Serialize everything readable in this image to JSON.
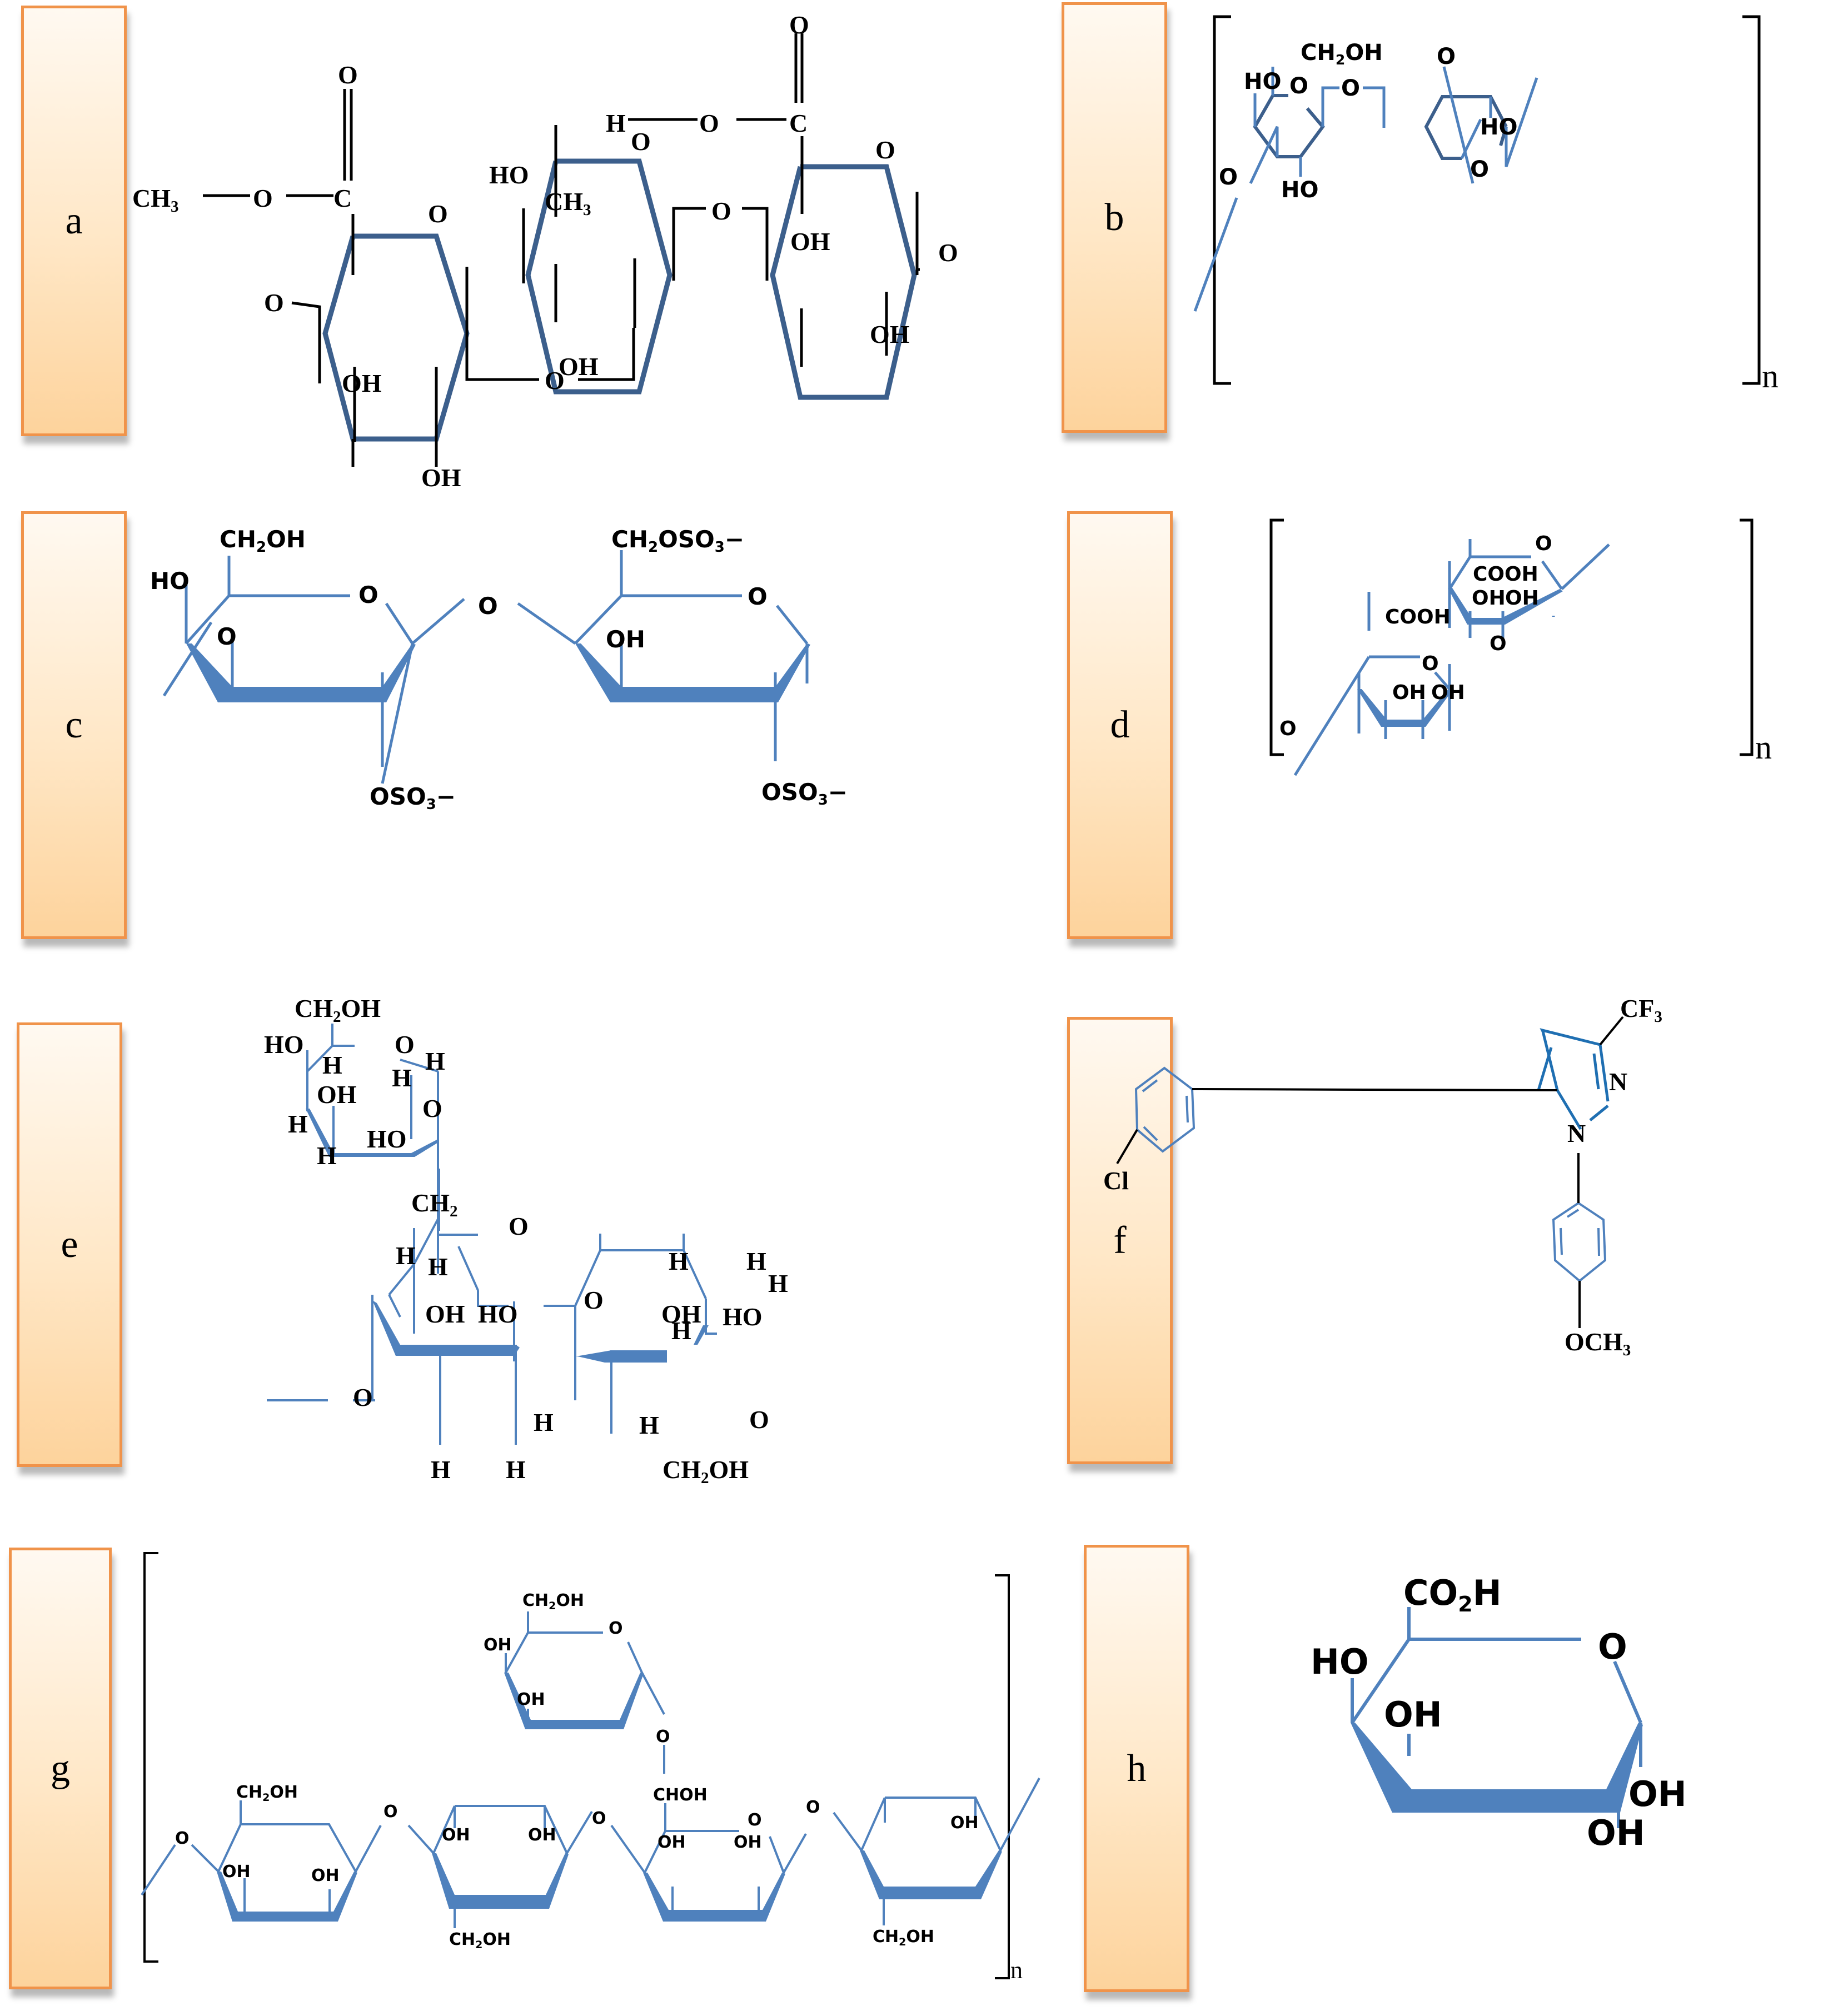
{
  "figure": {
    "colors": {
      "bond_blue": "#4f81bd",
      "bond_dark": "#3c5f8c",
      "bond_black": "#000000",
      "panel_border": "#f0934a",
      "panel_fill_top": "#fff9f1",
      "panel_fill_bottom": "#fdd39c"
    },
    "panels": [
      {
        "label": "a",
        "atoms": [
          "CH3",
          "O",
          "C",
          "O",
          "O",
          "O",
          "OH",
          "OH",
          "HO",
          "CH3",
          "O",
          "OH",
          "O",
          "O",
          "H",
          "O",
          "C",
          "O",
          "O",
          "OH",
          "OH",
          "O"
        ]
      },
      {
        "label": "b",
        "repeat": "n",
        "atoms": [
          "CH2OH",
          "HO",
          "O",
          "O",
          "O",
          "HO",
          "O",
          "HO",
          "O"
        ]
      },
      {
        "label": "c",
        "atoms": [
          "CH2OH",
          "HO",
          "O",
          "O",
          "O",
          "OSO3−",
          "CH2OSO3−",
          "O",
          "OH",
          "OSO3−"
        ]
      },
      {
        "label": "d",
        "repeat": "n",
        "atoms": [
          "O",
          "COOH",
          "OH",
          "OH",
          "COOH",
          "O",
          "OH",
          "OH",
          "O",
          "O"
        ]
      },
      {
        "label": "e",
        "atoms": [
          "CH2OH",
          "HO",
          "O",
          "H",
          "H",
          "H",
          "OH",
          "O",
          "H",
          "HO",
          "H",
          "CH2",
          "O",
          "H",
          "H",
          "OH",
          "HO",
          "O",
          "H",
          "H",
          "H",
          "O",
          "H",
          "H",
          "H",
          "OH",
          "HO",
          "H",
          "H",
          "O",
          "CH2OH"
        ]
      },
      {
        "label": "f",
        "atoms": [
          "CF3",
          "N",
          "N",
          "Cl",
          "OCH3"
        ]
      },
      {
        "label": "g",
        "repeat": "n",
        "atoms": [
          "CH2OH",
          "O",
          "OH",
          "OH",
          "O",
          "CHOH",
          "O",
          "O",
          "CH2OH",
          "OH",
          "OH",
          "O",
          "OH",
          "OH",
          "CH2OH",
          "O",
          "OH",
          "OH",
          "O",
          "OH",
          "CH2OH"
        ]
      },
      {
        "label": "h",
        "atoms": [
          "CO2H",
          "O",
          "HO",
          "OH",
          "OH",
          "OH"
        ]
      }
    ]
  }
}
